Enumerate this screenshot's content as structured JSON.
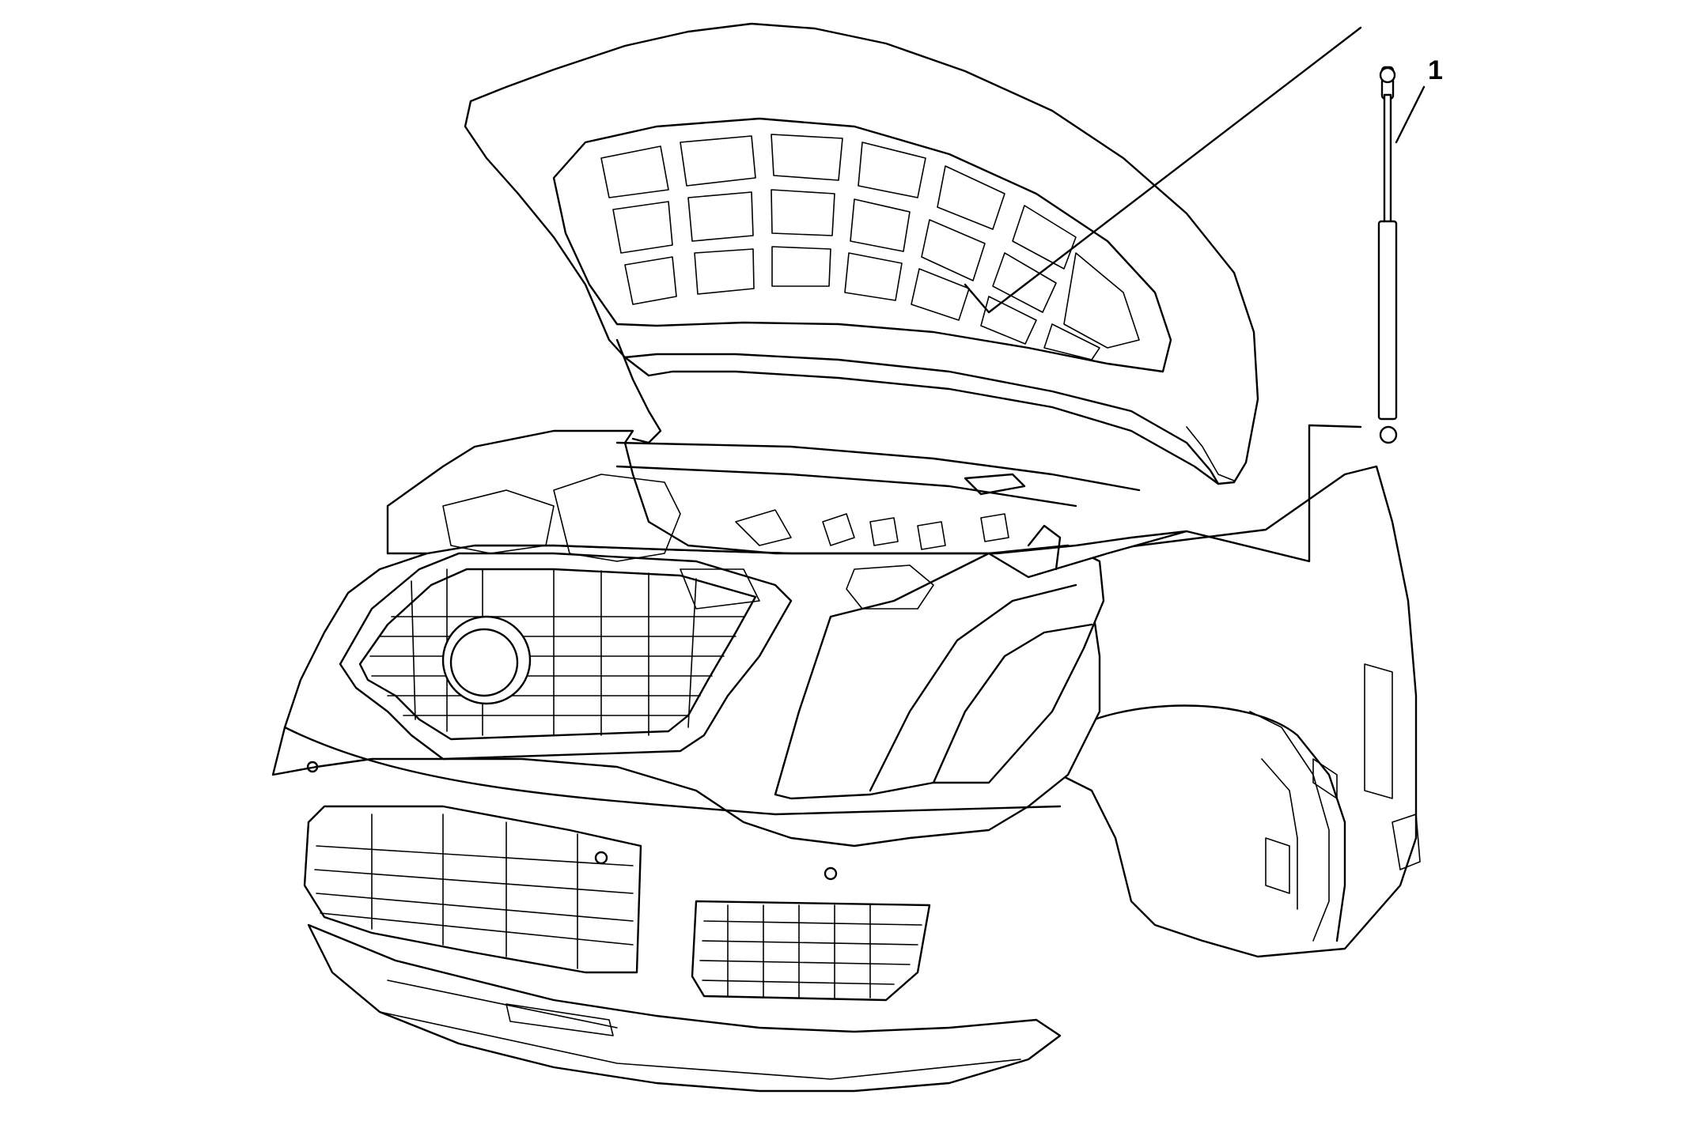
{
  "figure": {
    "callouts": [
      {
        "id": "1",
        "label": "1",
        "part": "hood strut"
      }
    ]
  },
  "colors": {
    "line": "#000000",
    "background": "#ffffff"
  }
}
